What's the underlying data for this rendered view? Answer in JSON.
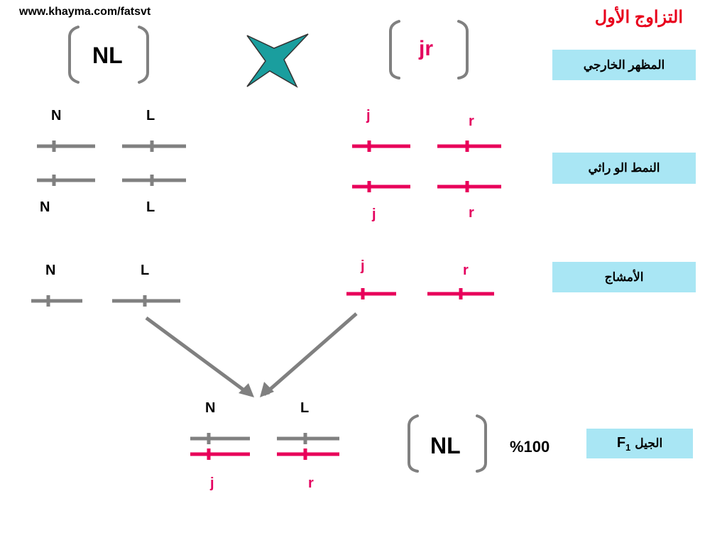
{
  "url": "www.khayma.com/fatsvt",
  "title": "التزاوج الأول",
  "labels": {
    "phenotype": "المظهر الخارجي",
    "genotype": "النمط الو راثي",
    "gametes": "الأمشاج",
    "f1_word": "الجيل",
    "f1_symbol": "F",
    "f1_sub": "1"
  },
  "parent1": {
    "phenotype": "NL",
    "alleles_top": [
      "N",
      "L"
    ],
    "alleles_bottom": [
      "N",
      "L"
    ],
    "gametes": [
      "N",
      "L"
    ]
  },
  "parent2": {
    "phenotype": "jr",
    "alleles_top": [
      "j",
      "r"
    ],
    "alleles_bottom": [
      "j",
      "r"
    ],
    "gametes": [
      "j",
      "r"
    ]
  },
  "f1": {
    "alleles_top": [
      "N",
      "L"
    ],
    "alleles_bottom": [
      "j",
      "r"
    ],
    "phenotype": "NL",
    "percent": "%100"
  },
  "colors": {
    "gray": "#808080",
    "pink": "#e8005a",
    "title_red": "#e8001c",
    "label_bg": "#a9e6f4",
    "cross_teal": "#1a9e9e"
  },
  "icons": {
    "cross": "four-point-star-cross-icon"
  }
}
